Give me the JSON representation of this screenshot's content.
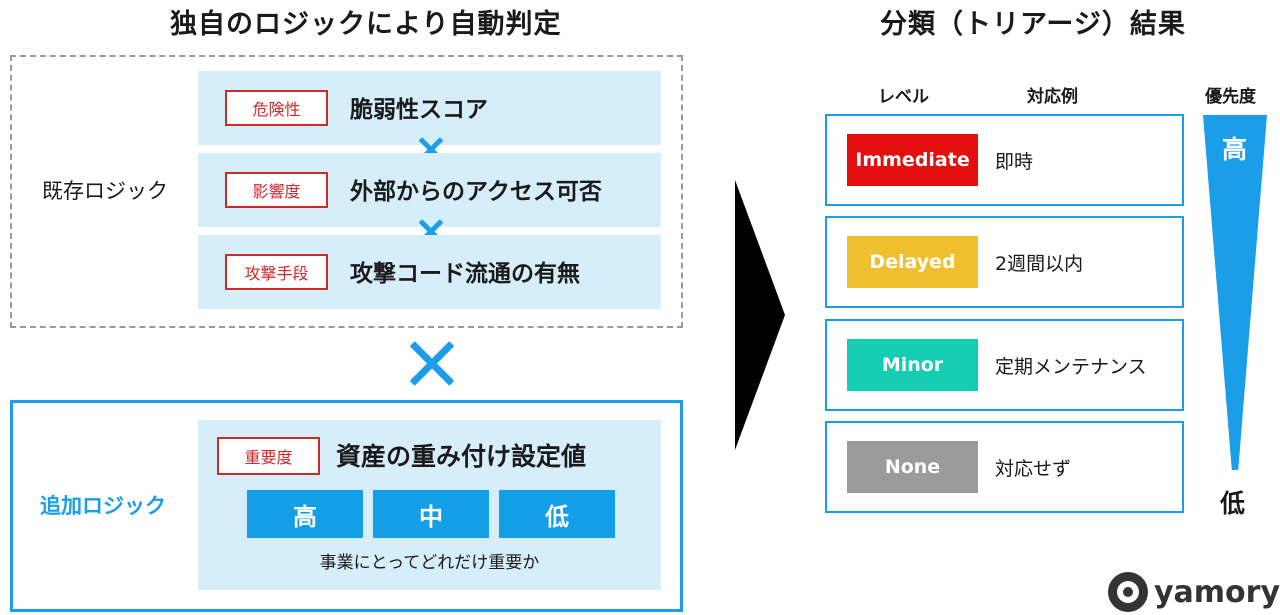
{
  "left": {
    "title": "独自のロジックにより自動判定",
    "existing_logic_label": "既存ロジック",
    "factors": [
      {
        "tag": "危険性",
        "text": "脆弱性スコア"
      },
      {
        "tag": "影響度",
        "text": "外部からのアクセス可否"
      },
      {
        "tag": "攻撃手段",
        "text": "攻撃コード流通の有無"
      }
    ],
    "additional_logic_label": "追加ロジック",
    "importance": {
      "tag": "重要度",
      "text": "資産の重み付け設定値",
      "levels": [
        "高",
        "中",
        "低"
      ],
      "description": "事業にとってどれだけ重要か"
    }
  },
  "right": {
    "title": "分類（トリアージ）結果",
    "headers": {
      "level": "レベル",
      "action": "対応例",
      "priority": "優先度"
    },
    "results": [
      {
        "level": "Immediate",
        "action": "即時",
        "color": "#e60f0f"
      },
      {
        "level": "Delayed",
        "action": "2週間以内",
        "color": "#efbf30"
      },
      {
        "level": "Minor",
        "action": "定期メンテナンス",
        "color": "#15cdb2"
      },
      {
        "level": "None",
        "action": "対応せず",
        "color": "#9b9b9b"
      }
    ],
    "priority_high": "高",
    "priority_low": "低"
  },
  "colors": {
    "accent_blue": "#1b9ee8",
    "panel_bg": "#d6edfa",
    "tag_red": "#cc2b2b"
  },
  "logo": {
    "text": "yamory"
  }
}
